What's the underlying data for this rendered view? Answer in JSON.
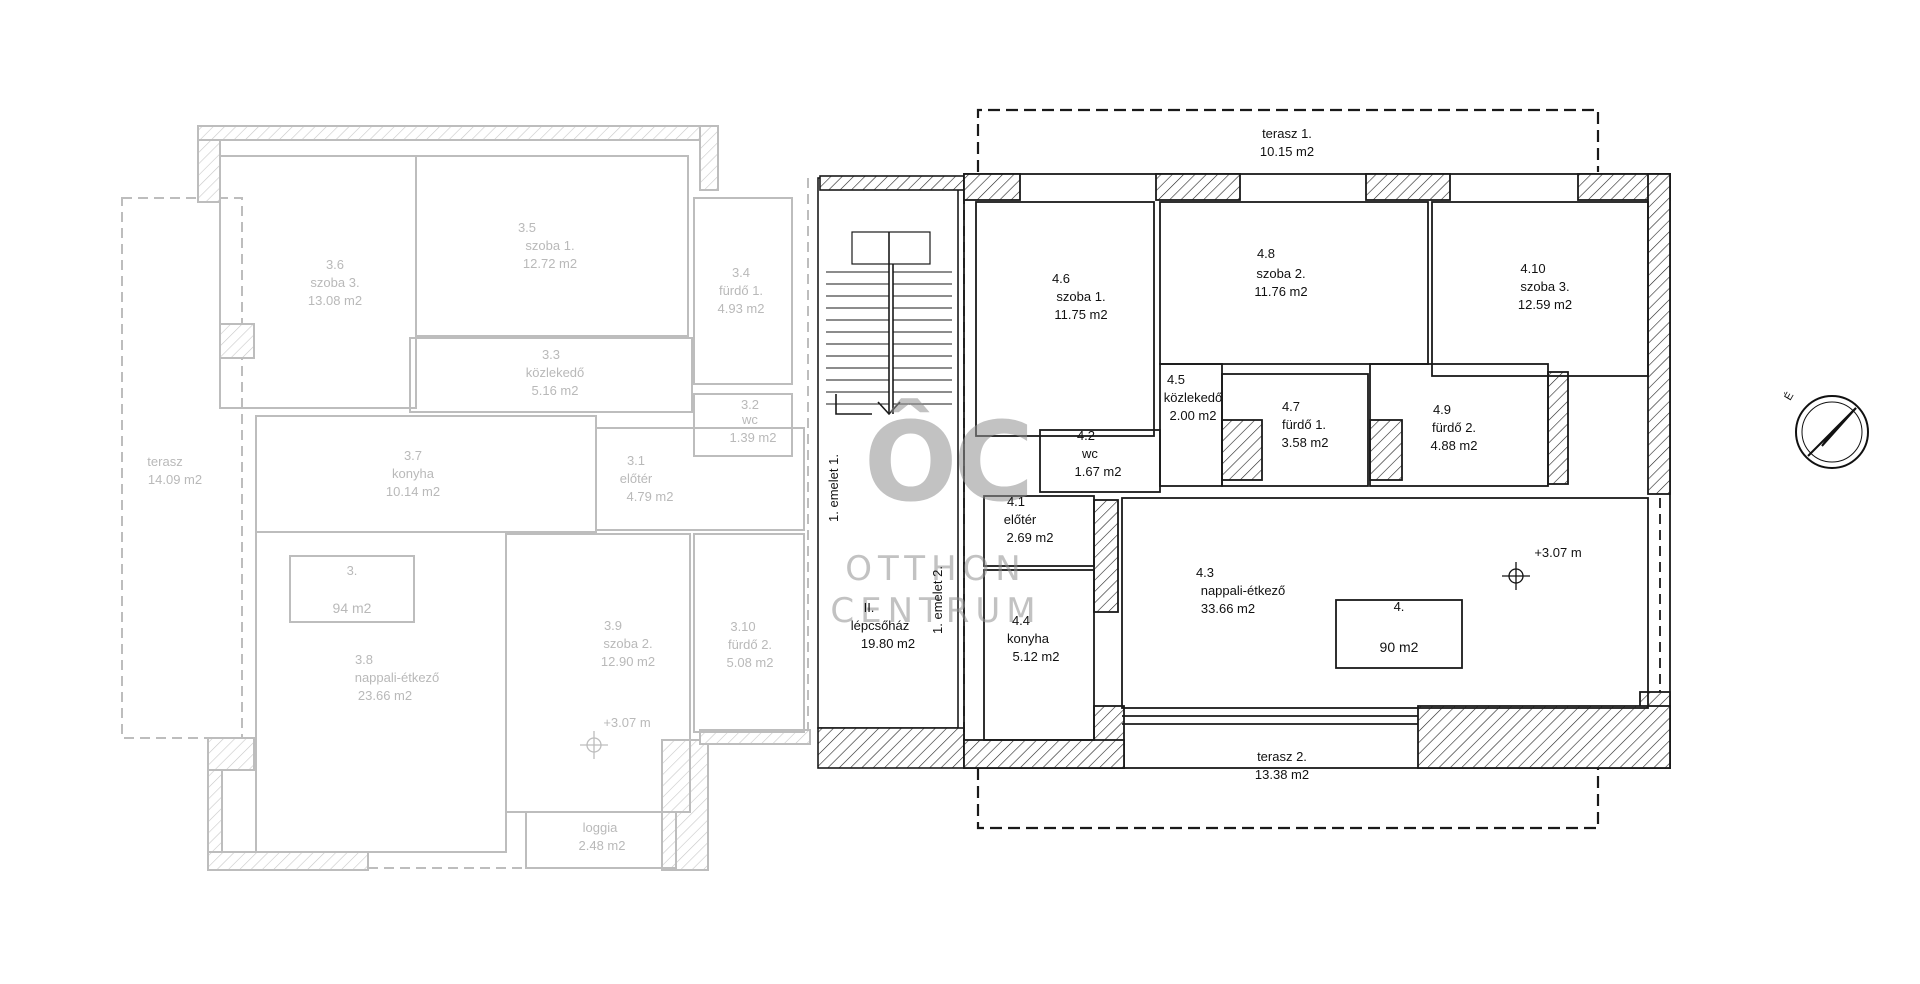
{
  "watermark": {
    "monogram": "ÔC",
    "line1": "OTTHON",
    "line2": "CENTRUM"
  },
  "left_unit": {
    "rooms": [
      {
        "num": "3.6",
        "name": "szoba 3.",
        "area": "13.08 m2"
      },
      {
        "num": "3.5",
        "name": "szoba 1.",
        "area": "12.72 m2"
      },
      {
        "num": "3.4",
        "name": "fürdő 1.",
        "area": "4.93 m2"
      },
      {
        "num": "3.3",
        "name": "közlekedő",
        "area": "5.16 m2"
      },
      {
        "num": "3.2",
        "name": "wc",
        "area": "1.39 m2"
      },
      {
        "num": "",
        "name": "terasz",
        "area": "14.09 m2"
      },
      {
        "num": "3.7",
        "name": "konyha",
        "area": "10.14 m2"
      },
      {
        "num": "3.1",
        "name": "előtér",
        "area": "4.79 m2"
      },
      {
        "num": "3.8",
        "name": "nappali-étkező",
        "area": "23.66 m2"
      },
      {
        "num": "3.9",
        "name": "szoba 2.",
        "area": "12.90 m2"
      },
      {
        "num": "3.10",
        "name": "fürdő 2.",
        "area": "5.08 m2"
      },
      {
        "num": "",
        "name": "loggia",
        "area": "2.48 m2"
      }
    ],
    "summary": {
      "num": "3.",
      "area": "94 m2"
    },
    "level": "+3.07 m"
  },
  "stair": {
    "name": "II.",
    "label": "lépcsőház",
    "area": "19.80 m2",
    "floor1": "1. emelet 1.",
    "floor2": "1. emelet 2."
  },
  "right_unit": {
    "rooms": [
      {
        "num": "",
        "name": "terasz 1.",
        "area": "10.15 m2"
      },
      {
        "num": "4.6",
        "name": "szoba 1.",
        "area": "11.75 m2"
      },
      {
        "num": "4.8",
        "name": "szoba 2.",
        "area": "11.76 m2"
      },
      {
        "num": "4.10",
        "name": "szoba 3.",
        "area": "12.59 m2"
      },
      {
        "num": "4.5",
        "name": "közlekedő",
        "area": "2.00 m2"
      },
      {
        "num": "4.7",
        "name": "fürdő 1.",
        "area": "3.58 m2"
      },
      {
        "num": "4.9",
        "name": "fürdő 2.",
        "area": "4.88 m2"
      },
      {
        "num": "4.2",
        "name": "wc",
        "area": "1.67 m2"
      },
      {
        "num": "4.1",
        "name": "előtér",
        "area": "2.69 m2"
      },
      {
        "num": "4.3",
        "name": "nappali-étkező",
        "area": "33.66 m2"
      },
      {
        "num": "4.4",
        "name": "konyha",
        "area": "5.12 m2"
      },
      {
        "num": "",
        "name": "terasz 2.",
        "area": "13.38 m2"
      }
    ],
    "summary": {
      "num": "4.",
      "area": "90 m2"
    },
    "level": "+3.07 m"
  },
  "north_label": "É",
  "colors": {
    "left_line": "#bdbdbd",
    "right_line": "#1a1a1a",
    "watermark": "#8f8f8f"
  }
}
